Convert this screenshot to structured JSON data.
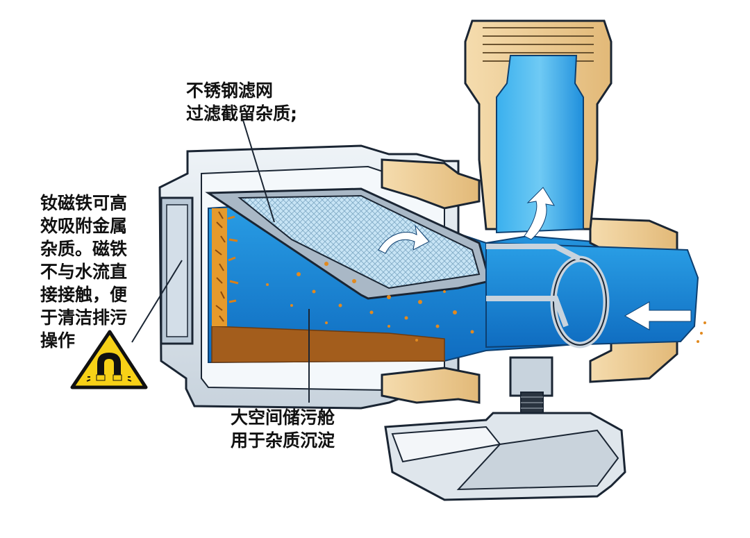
{
  "labels": {
    "mesh": {
      "lines": [
        "不锈钢滤网",
        "过滤截留杂质;"
      ]
    },
    "magnet": {
      "lines": [
        "钕磁铁可高",
        "效吸附金属",
        "杂质。磁铁",
        "不与水流直",
        "接接触，便",
        "于清洁排污",
        "操作"
      ]
    },
    "chamber": {
      "lines": [
        "大空间储污舱",
        "用于杂质沉淀"
      ]
    }
  },
  "icons": {
    "magnet_warning": "magnet-warning-icon",
    "inlet_arrow": "flow-inlet-arrow-icon",
    "outlet_arrow": "flow-outlet-arrow-icon",
    "filter_arrow": "flow-filter-arrow-icon"
  },
  "colors": {
    "water": "#1e9be3",
    "water_light": "#6cc6f2",
    "brass": "#efcf9a",
    "housing": "#dde6ee",
    "outline": "#1a2533",
    "debris": "#d07a1a",
    "warning_yellow": "#f7d117"
  }
}
